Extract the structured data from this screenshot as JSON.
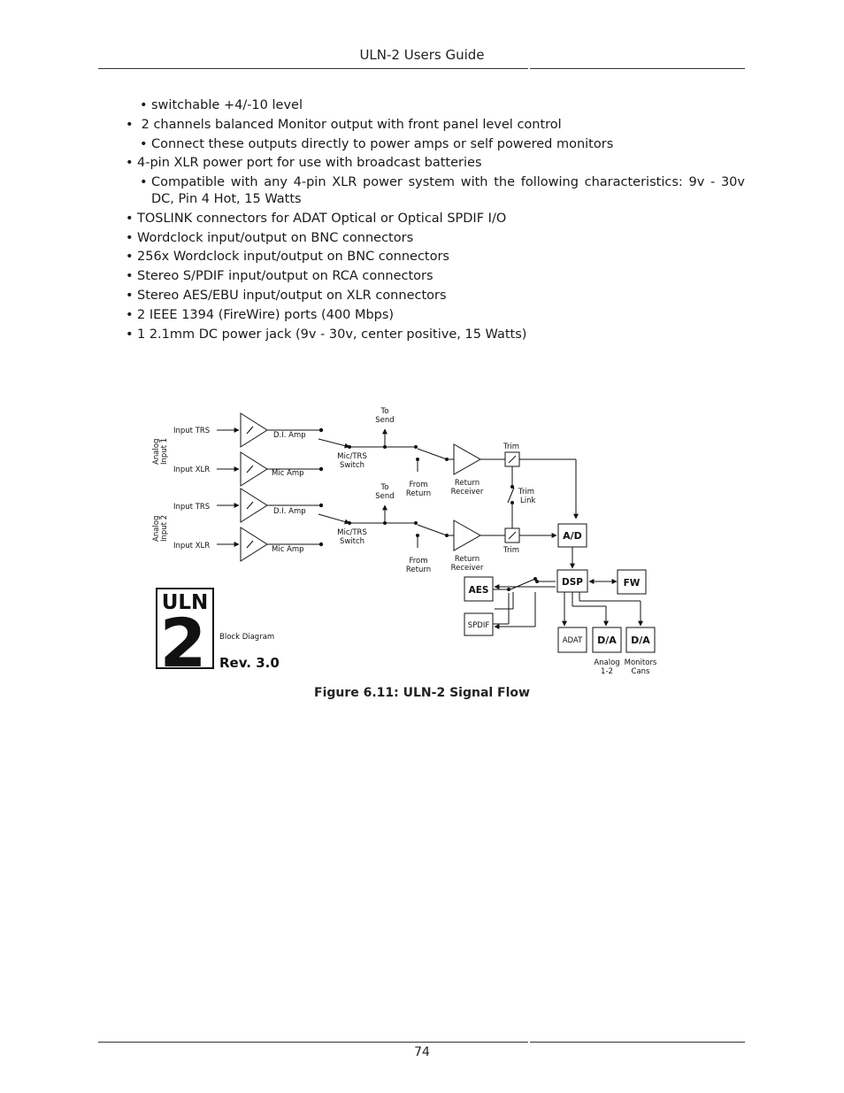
{
  "header": {
    "title": "ULN-2 Users Guide"
  },
  "features": [
    {
      "level": 2,
      "text": "switchable +4/-10 level"
    },
    {
      "level": 1,
      "text": " 2 channels balanced Monitor output with front panel level control"
    },
    {
      "level": 2,
      "text": "Connect these outputs directly to power amps or self powered monitors"
    },
    {
      "level": 1,
      "text": "4-pin XLR power port for use with broadcast batteries"
    },
    {
      "level": 2,
      "text": "Compatible with any 4-pin XLR power system with the following characteristics: 9v - 30v DC, Pin 4 Hot, 15 Watts"
    },
    {
      "level": 1,
      "text": "TOSLINK connectors for ADAT Optical or Optical SPDIF I/O"
    },
    {
      "level": 1,
      "text": "Wordclock input/output on BNC connectors"
    },
    {
      "level": 1,
      "text": "256x Wordclock input/output on BNC connectors"
    },
    {
      "level": 1,
      "text": "Stereo S/PDIF input/output on RCA connectors"
    },
    {
      "level": 1,
      "text": "Stereo AES/EBU input/output on XLR connectors"
    },
    {
      "level": 1,
      "text": "2 IEEE 1394 (FireWire) ports (400 Mbps)"
    },
    {
      "level": 1,
      "text": "1 2.1mm DC power jack (9v - 30v, center positive, 15 Watts)"
    }
  ],
  "bullet": "•",
  "diagram": {
    "analog_input_1": [
      "Analog",
      "Input 1"
    ],
    "analog_input_2": [
      "Analog",
      "Input 2"
    ],
    "input_trs": "Input TRS",
    "input_xlr": "Input XLR",
    "di_amp": "D.I. Amp",
    "mic_amp": "Mic Amp",
    "mic_trs_switch": [
      "Mic/TRS",
      "Switch"
    ],
    "to_send": [
      "To",
      "Send"
    ],
    "from_return": [
      "From",
      "Return"
    ],
    "return_receiver": [
      "Return",
      "Receiver"
    ],
    "trim": "Trim",
    "trim_link": [
      "Trim",
      "Link"
    ],
    "ad": "A/D",
    "dsp": "DSP",
    "fw": "FW",
    "aes": "AES",
    "spdif": "SPDIF",
    "adat": "ADAT",
    "da": "D/A",
    "analog_out": [
      "Analog",
      "1-2"
    ],
    "monitors_cans": [
      "Monitors",
      "Cans"
    ],
    "logo_top": "ULN",
    "logo_big": "2",
    "block_title": "Block Diagram",
    "revision": "Rev. 3.0"
  },
  "caption": "Figure 6.11: ULN-2 Signal Flow",
  "page_number": "74"
}
